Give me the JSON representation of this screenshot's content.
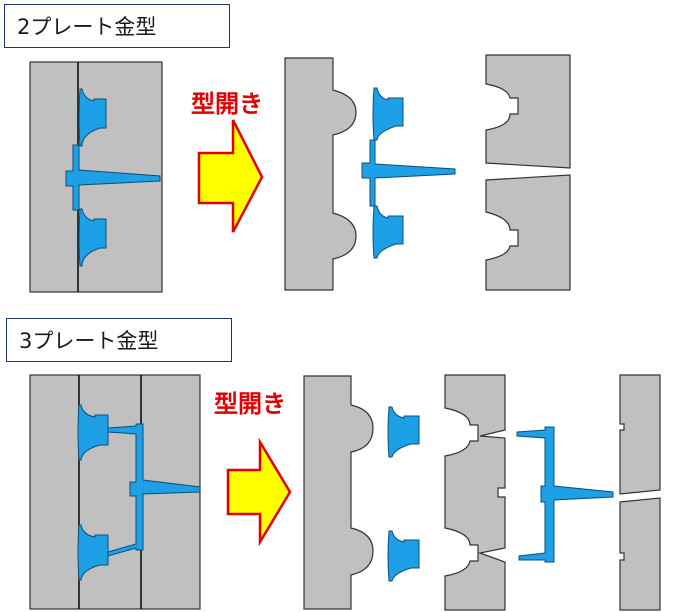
{
  "sections": {
    "two_plate": {
      "title": "2プレート金型",
      "action_label": "型開き"
    },
    "three_plate": {
      "title": "3プレート金型",
      "action_label": "型開き"
    }
  },
  "colors": {
    "plate_fill": "#c0c0c0",
    "plate_stroke": "#333333",
    "part_fill": "#1ea0e6",
    "part_stroke": "#0a4f7a",
    "arrow_fill": "#ffff00",
    "arrow_stroke": "#e00000",
    "label_color": "#e00000",
    "title_border": "#1f3864"
  }
}
